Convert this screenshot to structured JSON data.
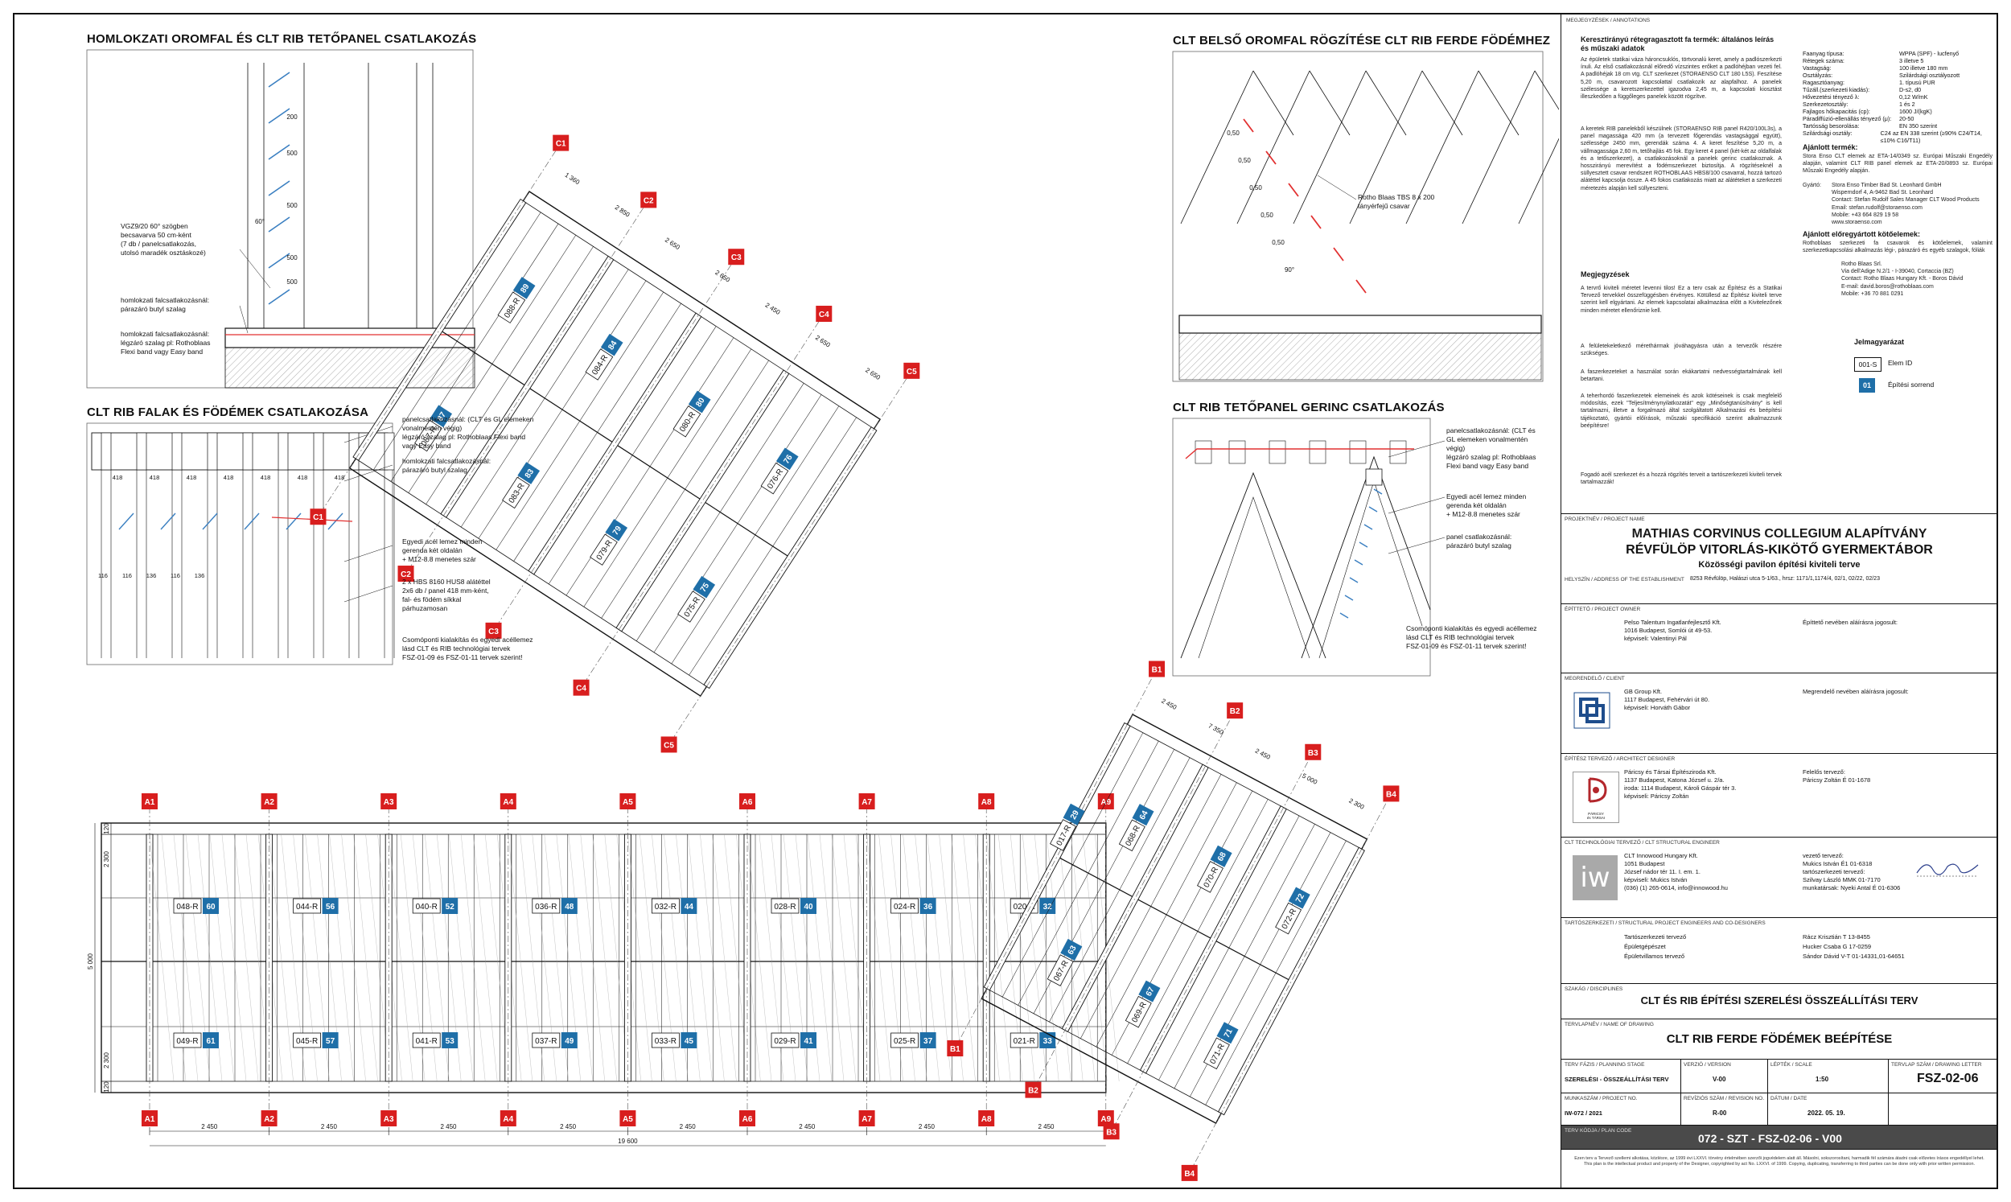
{
  "headings": {
    "h1": "HOMLOKZATI OROMFAL ÉS CLT RIB TETŐPANEL CSATLAKOZÁS",
    "h2": "CLT RIB FALAK ÉS FÖDÉMEK CSATLAKOZÁSA",
    "h3": "CLT BELSŐ OROMFAL RÖGZÍTÉSE CLT RIB FERDE FÖDÉMHEZ",
    "h4": "CLT RIB TETŐPANEL GERINC CSATLAKOZÁS"
  },
  "callouts": {
    "d1_screw": "VGZ9/20 60° szögben\nbecsavarva 50 cm-ként\n(7 db / panelcsatlakozás,\nutolsó maradék osztáskozé)",
    "d1_tape1": "homlokzati falcsatlakozásnál:\npárazáró butyl szalag",
    "d1_tape2": "homlokzati falcsatlakozásnál:\nlégzáró szalag pl: Rothoblaas\nFlexi band vagy Easy band",
    "d1_dims": [
      "200",
      "500",
      "500",
      "500",
      "500",
      "60°"
    ],
    "d2_right": "panelcsatlakozásnál: (CLT és GL elemeken\nvonalmentén végig)\nlégzáró szalag pl: Rothoblaas Flexi band\nvagy Easy band",
    "d2_tape": "homlokzati falcsatlakozásnál:\npárazáró butyl szalag",
    "d2_plate": "Egyedi acél lemez minden\ngerenda két oldalán\n+ M12-8.8 menetes szár",
    "d2_hbs": "2 x HBS 8160 HUS8 alátéttel\n2x6 db / panel 418 mm-ként,\nfal- és födém síkkal\npárhuzamosan",
    "d2_node": "Csomóponti kialakítás és egyedi acéllemez\nlásd CLT és RIB technológiai tervek\nFSZ-01-09 és FSZ-01-11 tervek szerint!",
    "d2_dims": [
      "418",
      "418",
      "418",
      "418",
      "418",
      "418",
      "418",
      "116",
      "116",
      "136",
      "116",
      "136"
    ],
    "d3_screw": "Rotho Blaas TBS 8 x 200\ntányérfejű csavar",
    "d3_dims": [
      "0,50",
      "0,50",
      "0,50",
      "0,50",
      "0,50",
      "90°"
    ],
    "d4_panel": "panelcsatlakozásnál: (CLT és\nGL elemeken vonalmentén\nvégig)\nlégzáró szalag pl: Rothoblaas\nFlexi band vagy Easy band",
    "d4_plate": "Egyedi acél lemez minden\ngerenda két oldalán\n+ M12-8.8 menetes szár",
    "d4_tape": "panel csatlakozásnál:\npárazáró butyl szalag",
    "d4_node": "Csomóponti kialakítás és egyedi acéllemez\nlásd CLT és RIB technológiai tervek\nFSZ-01-09 és FSZ-01-11 tervek szerint!"
  },
  "plan": {
    "grid_top": [
      "A1",
      "A2",
      "A3",
      "A4",
      "A5",
      "A6",
      "A7",
      "A8",
      "A9"
    ],
    "grid_bottom": [
      "A1",
      "A2",
      "A3",
      "A4",
      "A5",
      "A6",
      "A7",
      "A8",
      "A9"
    ],
    "bay_dims": [
      "2 450",
      "2 450",
      "2 450",
      "2 450",
      "2 450",
      "2 450",
      "2 450",
      "2 450"
    ],
    "total_dim": "19 600",
    "left_dims": [
      "120",
      "2 300",
      "5 000",
      "2 300",
      "120"
    ],
    "top_labels": [
      {
        "id": "048-R",
        "n": "60"
      },
      {
        "id": "044-R",
        "n": "56"
      },
      {
        "id": "040-R",
        "n": "52"
      },
      {
        "id": "036-R",
        "n": "48"
      },
      {
        "id": "032-R",
        "n": "44"
      },
      {
        "id": "028-R",
        "n": "40"
      },
      {
        "id": "024-R",
        "n": "36"
      },
      {
        "id": "020-R",
        "n": "32"
      }
    ],
    "bottom_labels": [
      {
        "id": "049-R",
        "n": "61"
      },
      {
        "id": "045-R",
        "n": "57"
      },
      {
        "id": "041-R",
        "n": "53"
      },
      {
        "id": "037-R",
        "n": "49"
      },
      {
        "id": "033-R",
        "n": "45"
      },
      {
        "id": "029-R",
        "n": "41"
      },
      {
        "id": "025-R",
        "n": "37"
      },
      {
        "id": "021-R",
        "n": "33"
      }
    ]
  },
  "rot_c": {
    "grid_a": [
      "C1",
      "C2",
      "C3",
      "C4",
      "C5"
    ],
    "grid_b": [
      "C1",
      "C2",
      "C3",
      "C4",
      "C5"
    ],
    "labels": [
      {
        "id": "088-R",
        "n": "89"
      },
      {
        "id": "084-R",
        "n": "84"
      },
      {
        "id": "080-R",
        "n": "80"
      },
      {
        "id": "087-R",
        "n": "87"
      },
      {
        "id": "083-R",
        "n": "83"
      },
      {
        "id": "079-R",
        "n": "79"
      },
      {
        "id": "076-R",
        "n": "76"
      },
      {
        "id": "075-R",
        "n": "75"
      }
    ],
    "dims": [
      "1 360",
      "2 850",
      "2 650",
      "2 650",
      "2 450",
      "2 650",
      "2 650"
    ]
  },
  "rot_b": {
    "grid_a": [
      "B1",
      "B2",
      "B3",
      "B4"
    ],
    "grid_b": [
      "B1",
      "B2",
      "B3",
      "B4"
    ],
    "labels": [
      {
        "id": "068-R",
        "n": "64"
      },
      {
        "id": "070-R",
        "n": "68"
      },
      {
        "id": "072-R",
        "n": "72"
      },
      {
        "id": "067-R",
        "n": "63"
      },
      {
        "id": "069-R",
        "n": "67"
      },
      {
        "id": "071-R",
        "n": "71"
      },
      {
        "id": "017-R",
        "n": "29"
      }
    ],
    "dims": [
      "2 450",
      "7 350",
      "2 450",
      "5 000",
      "2 300"
    ]
  },
  "notes": {
    "section": "MEGJEGYZÉSEK / ANNOTATIONS",
    "title1": "Keresztirányú rétegragasztott fa termék: általános leírás és műszaki adatok",
    "para1": "Az épületek statikai váza hároncsuklós, törtvonalú keret, amely a padlószerkezti ínuli. Az első csatlakozásnál előredő vízszintes erőket a padlóhéjban vezeti fel. A padlóhéjak 18 cm vtg. CLT szerkezet (STORAENSO CLT 180 L5S). Feszítése 5,20 m, csavarozott kapcsolattal csatlakozik az alapfalhoz. A panelek szélessége a keretszerkezettel igazodva 2,45 m, a kapcsolati kiosztást illeszkedően a függőleges panelek között rögzítve.",
    "para2": "A keretek RIB panelekből készülnek (STORAENSO RIB panel R420/100L3s), a panel magassága 420 mm (a tervezett főgerendás vastagsággal együtt), szélessége 2450 mm, gerendák száma 4. A keret feszítése 5,20 m, a vállmagassága 2,60 m, tetőhajlás 45 fok. Egy keret 4 panel (két-két az oldalfalak és a tetőszerkezet), a csatlakozásoknál a panelek gerinc csatlakoznak. A hosszirányú merevítést a födémszerkezet biztosítja. A rögzítéseknél a süllyesztett csavar rendszert ROTHOBLAAS HBS8/100 csavarral, hozzá tartozó alátéttel kapcsolja össze. A 45 fokos csatlakozás miatt az alátéteket a szerkezeti méretezés alapján kell süllyeszteni.",
    "title2": "Megjegyzések",
    "para3": "A tervrő kiviteli méretet levenni tilos! Ez a terv csak az Építész és a Statikai Tervező tervekkel összefüggésben érvényes. Kötüllesd az Építész kiviteli terve szerint kell elgyártani. Az elemek kapcsolatai alkalmazása előtt a Kivitelezőnek minden méretet ellenőriznie kell.",
    "para4": "A felületekeletkező mérethármak jóváhagyásra után a tervezők részére szükséges.",
    "para5": "A faszerkezeteket a használat során ekákartatni nedvességtartalmának kell betartani.",
    "para6": "A teherhordó faszerkezetek elemeinek és azok kötéseinek is csak megfelelő módosítás, ezek \"Teljesítménynyilatkozatát\" egy „Minőségtanúsítvány\" is kell tartalmazni, illetve a forgalmazó által szolgáltatott Alkalmazási és beépítési tájékoztató, gyártói előírások, műszaki specifikáció szerint alkalmazzunk beépítésre!",
    "para7": "Fogadó acél szerkezet és a hozzá rögzítés terveit a tartószerkezeti kiviteli tervek tartalmazzák!",
    "specs": [
      [
        "Faanyag típusa:",
        "WPPA (SPF) - lucfenyő"
      ],
      [
        "Rétegek száma:",
        "3 illetve 5"
      ],
      [
        "Vastagság:",
        "100 illetve 180 mm"
      ],
      [
        "Osztályzás:",
        "Szilárdsági osztályozott"
      ],
      [
        "Ragasztóanyag:",
        "1. típusú PUR"
      ],
      [
        "Tűzáll.(szerkezeti kiadás):",
        "D-s2, d0"
      ],
      [
        "Hővezetési tényező λ:",
        "0,12 W/mK"
      ],
      [
        "Szerkezetosztály:",
        "1 és 2"
      ],
      [
        "Fajlagos hőkapacitás (cp):",
        "1600 J/(kgK)"
      ],
      [
        "Páradiffúzió-ellenállás tényező (μ):",
        "20-50"
      ],
      [
        "Tartósság besorolása:",
        "EN 350 szerint"
      ],
      [
        "Szilárdsági osztály:",
        "C24 az EN 338 szerint (≥90% C24/T14, ≤10% C16/T11)"
      ]
    ],
    "approval_title": "Ajánlott termék:",
    "approval": "Stora Enso CLT elemek az ETA-14/0349 sz. Európai Műszaki Engedély alapján, valamint CLT RIB panel elemek az ETA-20/0893 sz. Európai Műszaki Engedély alapján.",
    "maker_label": "Gyártó:",
    "maker": "Stora Enso Timber Bad St. Leonhard GmbH\nWisperndorf 4, A-9462 Bad St. Leonhard\nContact: Stefan Rudolf Sales Manager CLT Wood Products\nEmail: stefan.rudolf@storaenso.com\nMobile: +43 664 829 19 58\nwww.storaenso.com",
    "rec_title": "Ajánlott előregyártott kötőelemek:",
    "rec": "Rothoblaas szerkezeti fa csavarok és kötőelemek, valamint szerkezetkapcsolási alkalmazás légi-, párazáró és egyéb szalagok, fóliák",
    "rec_addr": "Rotho Blaas Srl.\nVia dell'Adige N.2/1 - I-39040, Cortaccia (BZ)\nContact: Rotho Blaas Hungary Kft. - Boros Dávid\nE-mail: david.boros@rothoblaas.com\nMobile: +36 70 881 0291",
    "legend_title": "Jelmagyarázat",
    "legend_elem_code": "001-S",
    "legend_elem": "Elem ID",
    "legend_order_code": "01",
    "legend_order": "Építési sorrend"
  },
  "titleblock": {
    "project_label": "PROJEKTNÉV / PROJECT NAME",
    "project1": "MATHIAS CORVINUS COLLEGIUM ALAPÍTVÁNY",
    "project2": "RÉVFÜLÖP VITORLÁS-KIKÖTŐ GYERMEKTÁBOR",
    "project3": "Közösségi pavilon építési kiviteli terve",
    "location_label": "HELYSZÍN / ADDRESS OF THE ESTABLISHMENT",
    "location": "8253 Révfülöp, Halászi utca 5-1/63., hrsz: 1171/1,1174/4, 02/1, 02/22, 02/23",
    "owner_label": "ÉPÍTTETŐ / PROJECT OWNER",
    "owner": "Pelso Talentum Ingatlanfejlesztő Kft.\n1016 Budapest, Somlói út 49-53.\nképviseli: Valentinyi Pál",
    "owner_right": "Építtető nevében aláírásra jogosult:",
    "client_label": "MEGRENDELŐ / CLIENT",
    "client": "GB Group Kft.\n1117 Budapest, Fehérvári út 80.\nképviseli: Horváth Gábor",
    "client_right": "Megrendelő nevében aláírásra jogosult:",
    "arch_label": "ÉPÍTÉSZ TERVEZŐ / ARCHITECT DESIGNER",
    "arch": "Páricsy és Társai Építésziroda Kft.\n1137 Budapest, Katona József u. 2/a.\niroda: 1114 Budapest, Károli Gáspár tér 3.\nképviseli: Páricsy Zoltán",
    "arch_right": "Felelős tervező:\nPáricsy Zoltán  É 01-1678",
    "arch_logo": "PÁRICSY\nés TÁRSAI",
    "clt_label": "CLT TECHNOLÓGIAI TERVEZŐ / CLT STRUCTURAL ENGINEER",
    "clt": "CLT Innowood Hungary Kft.\n1051 Budapest\nJózsef nádor tér 11. I. em. 1.\nképviseli: Mukics István\n(036) (1) 265-0614, info@innowood.hu",
    "clt_right": "vezető tervező:\nMukics István  É1 01-6318\ntartószerkezeti tervező:\nSzilvay László  MMK 01-7170\nmunkatársak:  Nyeki Antal  É 01-6306",
    "clt_logo": "iw",
    "struct_label": "TARTÓSZERKEZETI / STRUCTURAL PROJECT ENGINEERS AND CO-DESIGNERS",
    "struct": [
      [
        "Tartószerkezeti tervező",
        "Rácz Krisztián T 13-8455"
      ],
      [
        "Épületgépészet",
        "Hucker Csaba G 17-0259"
      ],
      [
        "Épületvillamos tervező",
        "Sándor Dávid V-T 01-14331,01-64651"
      ]
    ],
    "discipline_label": "SZAKÁG / DISCIPLINES",
    "discipline": "CLT ÉS RIB ÉPÍTÉSI SZERELÉSI ÖSSZEÁLLÍTÁSI TERV",
    "drawing_label": "TERVLAPNÉV / NAME OF DRAWING",
    "drawing": "CLT RIB FERDE FÖDÉMEK BEÉPÍTÉSE",
    "phase_label": "TERV FÁZIS / PLANNING STAGE",
    "phase": "SZERELÉSI - ÖSSZEÁLLÍTÁSI TERV",
    "version_label": "VERZIÓ / VERSION",
    "version": "V-00",
    "scale_label": "LÉPTÉK / SCALE",
    "scale": "1:50",
    "sheetno_label": "TERVLAP SZÁM / DRAWING LETTER",
    "sheetno": "FSZ-02-06",
    "projno_label": "MUNKASZÁM / PROJECT NO.",
    "projno": "IW-072 / 2021",
    "revision_label": "REVÍZIÓS SZÁM / REVISION NO.",
    "revision": "R-00",
    "date_label": "DÁTUM / DATE",
    "date": "2022. 05. 19.",
    "code_label": "TERV KÓDJA / PLAN CODE",
    "code": "072 - SZT - FSZ-02-06 - V00",
    "copyright": "Ezen terv a Tervező szellemi alkotása, közlésre, az 1999 évi LXXVI. törvény értelmében szerzői jogvédelem alatt áll. Másolni, sokszorosítani, harmadik fél számára átadni csak előzetes írásos engedéllyel lehet.\nThis plan is the intellectual product and property of the Designer, copyrighted by act No. LXXVI. of 1999. Copying, duplicating, transferring to third parties can be done only with prior written permission."
  },
  "colors": {
    "grid_red": "#d81e1e",
    "order_blue": "#1f6fa8",
    "line": "#111111",
    "screw_blue": "#3a7fc1",
    "tape_red": "#e23030"
  }
}
